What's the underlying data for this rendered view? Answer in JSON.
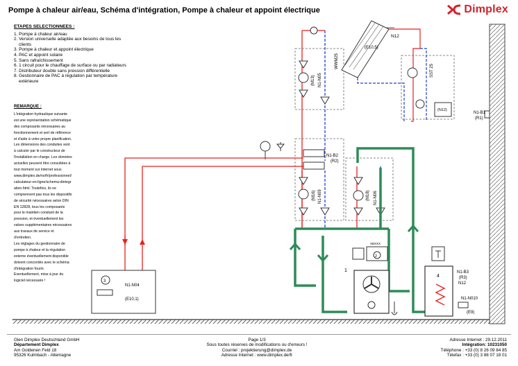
{
  "header": {
    "title": "Pompe à chaleur air/eau, Schéma d'intégration, Pompe à chaleur et appoint électrique",
    "brand": "Dimplex",
    "brand_color": "#d2232a"
  },
  "selection": {
    "heading": "ETAPES SELECTIONNEES :",
    "items": [
      "1. Pompe à chaleur air/eau",
      "2. Version universelle adaptée aux besoins de tous les",
      "clients",
      "3. Pompe à chaleur et appoint électrique",
      "4. PAC et appoint solaire",
      "5. Sans rafraîchissement",
      "6. 1 circuit pour le chauffage de surface ou par radiateurs",
      "7. Distributeur double sans pression différentielle",
      "8. Gestionnaire de PAC à régulation par température",
      "extérieure"
    ]
  },
  "remark": {
    "heading": "REMARQUE :",
    "lines": [
      "L'intégration hydraulique suivante",
      "est une représentation schématique",
      "des composants nécessaires au",
      "fonctionnement et sert de référence",
      "et d'aide à votre propre planification.",
      "Les dimensions des conduites sont",
      "à calculer par le constructeur de",
      "l'installation en charge. Les données",
      "actuelles peuvent être consultées à",
      "tout moment sur internet sous",
      "www.dimplex.de/no/fr/professionnel/",
      "calculateur-en-ligne/schema-dintegr",
      "ation.html. Toutefois, ils ne",
      "comprennent pas tous les dispositifs",
      "de sécurité nécessaires selon DIN",
      "EN 12828, tous les composants",
      "pour le maintien constant de la",
      "pression, et éventuellement les",
      "valves supplémentaires nécessaires",
      "aux travaux de service et",
      "d'entretien.",
      "Les réglages du gestionnaire de",
      "pompe à chaleur et la régulation",
      "externe éventuellement disponible",
      "doivent concordés avec le schéma",
      "d'intégration fourni.",
      "Eventuellement, mise à jour du",
      "logiciel nécessaire !"
    ]
  },
  "diagram": {
    "labels": {
      "n12_top": "N12",
      "e10_5": "(E10,5)",
      "wwm25": "WWM25",
      "sst25": "SST 25",
      "m13": "(M13)",
      "n1_n05": "N1-N05",
      "n12_box": "(N12)",
      "n1_b1": "N1-B1",
      "r1": "(R1)",
      "n1_b2": "N1-B2",
      "r2": "(R2)",
      "m16": "(M16)",
      "n1_n09": "N1-N09",
      "m18": "(M18)",
      "n1_n06": "N1-N06",
      "unit3": "3",
      "n1_n04": "N1-N04",
      "e10_1": "(E10,1)",
      "display_text": "XBXXX",
      "n1_b3": "N1-B3",
      "r3": "(R3)",
      "n12_bottom": "N12",
      "n1_n010": "N1-N010",
      "e9": "(E9)",
      "unit1": "1",
      "unit2": "2",
      "unit4": "4"
    },
    "colors": {
      "supply": "#e8201e",
      "return": "#1f3fd0",
      "green": "#2e8b57",
      "equipment": "#555555"
    }
  },
  "footer": {
    "company": "Glen Dimplex Deutschland GmbH",
    "department": "Département Dimplex",
    "street": "Am Goldenen Feld 18",
    "city": "95326 Kulmbach - Allemagne",
    "page": "Page 1/3",
    "disclaimer": "Sous toutes réserves de modifications ou d'erreurs !",
    "email": "Courriel : projektierung@dimplex.de",
    "web": "Adresse Internet : www.dimplex.de/fr",
    "date": "Adresse Internet : 29.12.2011",
    "integration": "Intégration: 10231050",
    "phone": "Téléphone : +33 (0) 8 26 09 84 85",
    "fax": "Télefax : +33 (0) 3 88 07 18 01"
  }
}
